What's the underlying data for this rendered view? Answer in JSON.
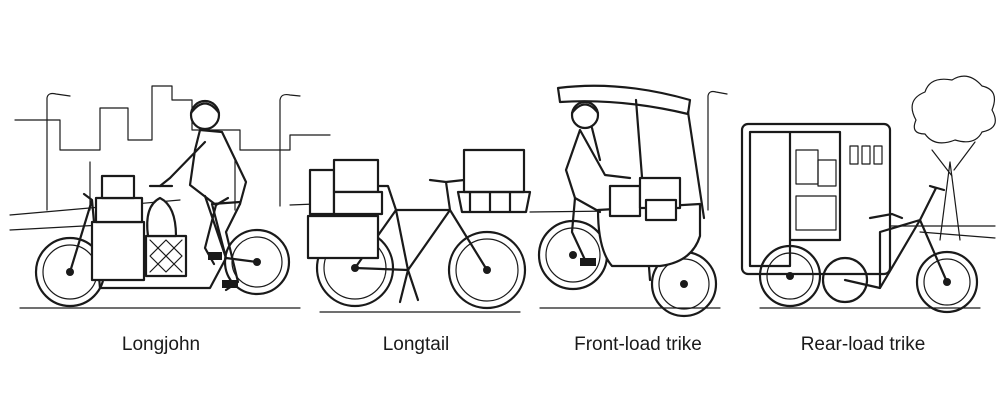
{
  "illustration": {
    "labels": [
      "Longjohn",
      "Longtail",
      "Front-load trike",
      "Rear-load trike"
    ]
  }
}
